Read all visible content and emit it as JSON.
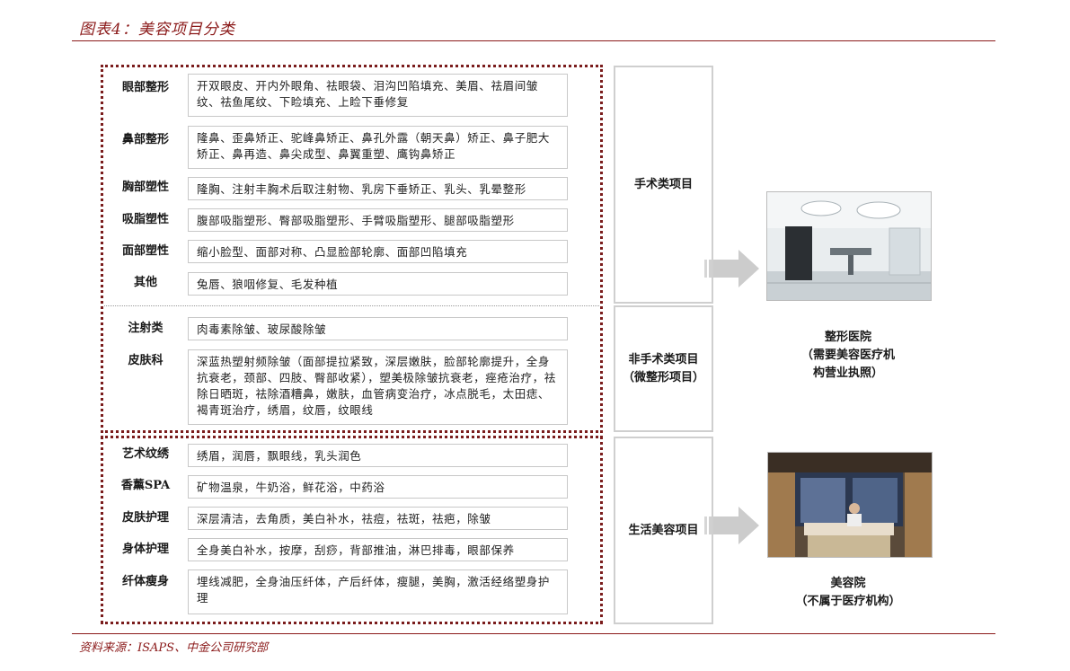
{
  "header": {
    "title": "图表4：美容项目分类"
  },
  "groups": [
    {
      "items": [
        {
          "label": "眼部整形",
          "text": "开双眼皮、开内外眼角、祛眼袋、泪沟凹陷填充、美眉、祛眉间皱纹、祛鱼尾纹、下睑填充、上睑下垂修复"
        },
        {
          "label": "鼻部整形",
          "text": "隆鼻、歪鼻矫正、驼峰鼻矫正、鼻孔外露（朝天鼻）矫正、鼻子肥大矫正、鼻再造、鼻尖成型、鼻翼重塑、鹰钩鼻矫正"
        },
        {
          "label": "胸部塑性",
          "text": "隆胸、注射丰胸术后取注射物、乳房下垂矫正、乳头、乳晕整形"
        },
        {
          "label": "吸脂塑性",
          "text": "腹部吸脂塑形、臀部吸脂塑形、手臂吸脂塑形、腿部吸脂塑形"
        },
        {
          "label": "面部塑性",
          "text": "缩小脸型、面部对称、凸显脸部轮廓、面部凹陷填充"
        },
        {
          "label": "其他",
          "text": "兔唇、狼咽修复、毛发种植"
        }
      ]
    },
    {
      "items": [
        {
          "label": "注射类",
          "text": "肉毒素除皱、玻尿酸除皱"
        },
        {
          "label": "皮肤科",
          "text": "深蓝热塑射频除皱（面部提拉紧致，深层嫩肤，脸部轮廓提升，全身抗衰老，颈部、四肢、臀部收紧），塑美极除皱抗衰老，痤疮治疗，祛除日晒斑，祛除酒糟鼻，嫩肤，血管病变治疗，冰点脱毛，太田痣、褐青斑治疗，绣眉，纹唇，纹眼线"
        }
      ]
    },
    {
      "items": [
        {
          "label": "艺术纹绣",
          "text": "绣眉，润唇，飘眼线，乳头润色"
        },
        {
          "label": "香薰SPA",
          "text": "矿物温泉，牛奶浴，鲜花浴，中药浴"
        },
        {
          "label": "皮肤护理",
          "text": "深层清洁，去角质，美白补水，祛痘，祛斑，祛疤，除皱"
        },
        {
          "label": "身体护理",
          "text": "全身美白补水，按摩，刮痧，背部推油，淋巴排毒，眼部保养"
        },
        {
          "label": "纤体瘦身",
          "text": "埋线减肥，全身油压纤体，产后纤体，瘦腿，美胸，激活经络塑身护理"
        }
      ]
    }
  ],
  "categories": [
    {
      "lines": [
        "手术类项目"
      ]
    },
    {
      "lines": [
        "非手术类项目",
        "（微整形项目）"
      ]
    },
    {
      "lines": [
        "生活美容项目"
      ]
    }
  ],
  "destinations": [
    {
      "lines": [
        "整形医院",
        "（需要美容医疗机",
        "构营业执照）"
      ]
    },
    {
      "lines": [
        "美容院",
        "（不属于医疗机构）"
      ]
    }
  ],
  "colors": {
    "accent": "#8b1a1a",
    "arrow": "#d0d0d0"
  },
  "footer": {
    "source": "资料来源：ISAPS、中金公司研究部"
  }
}
